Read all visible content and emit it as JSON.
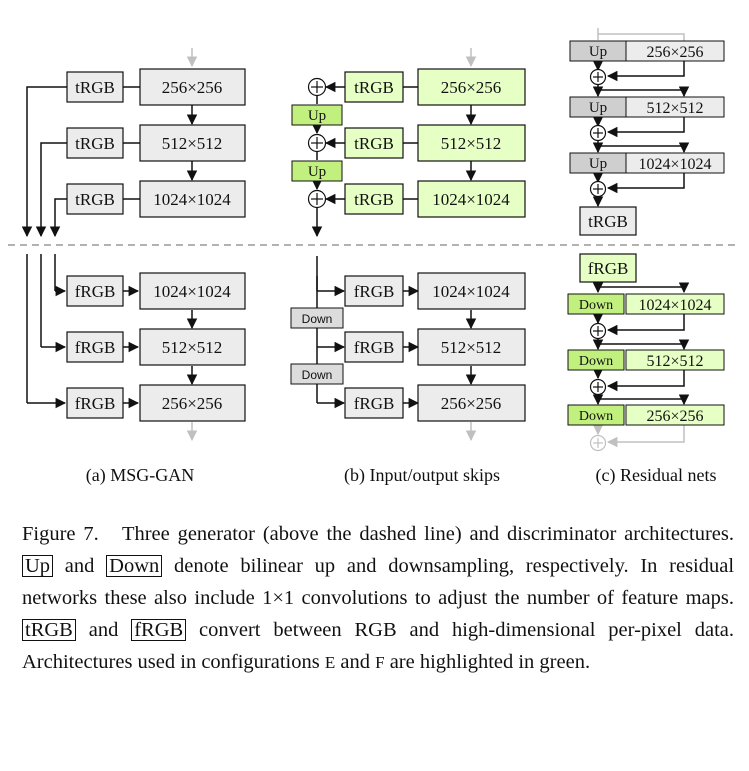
{
  "diagram": {
    "panel_a": {
      "caption": "(a) MSG-GAN",
      "gen": {
        "trgb": [
          "tRGB",
          "tRGB",
          "tRGB"
        ],
        "res": [
          "256×256",
          "512×512",
          "1024×1024"
        ]
      },
      "disc": {
        "frgb": [
          "fRGB",
          "fRGB",
          "fRGB"
        ],
        "res": [
          "1024×1024",
          "512×512",
          "256×256"
        ]
      }
    },
    "panel_b": {
      "caption": "(b) Input/output skips",
      "gen": {
        "trgb": [
          "tRGB",
          "tRGB",
          "tRGB"
        ],
        "res": [
          "256×256",
          "512×512",
          "1024×1024"
        ],
        "up": [
          "Up",
          "Up"
        ]
      },
      "disc": {
        "frgb": [
          "fRGB",
          "fRGB",
          "fRGB"
        ],
        "res": [
          "1024×1024",
          "512×512",
          "256×256"
        ],
        "down": [
          "Down",
          "Down"
        ]
      }
    },
    "panel_c": {
      "caption": "(c) Residual nets",
      "gen": {
        "up": [
          "Up",
          "Up",
          "Up"
        ],
        "res": [
          "256×256",
          "512×512",
          "1024×1024"
        ],
        "trgb": "tRGB"
      },
      "disc": {
        "frgb": "fRGB",
        "down": [
          "Down",
          "Down",
          "Down"
        ],
        "res": [
          "1024×1024",
          "512×512",
          "256×256"
        ]
      }
    },
    "colors": {
      "gray_box": "#ececec",
      "green_box": "#e6ffc4",
      "green_small": "#c2f07e",
      "dashed": "#999999",
      "faded": "#c0c0c0"
    }
  },
  "caption": {
    "label": "Figure 7.",
    "t1": "Three generator (above the dashed line) and discriminator architectures.",
    "up": "Up",
    "t2": "and",
    "down": "Down",
    "t3": "denote bilinear up and downsampling, respectively. In residual networks these also include 1×1 convolutions to adjust the number of feature maps.",
    "trgb": "tRGB",
    "t4": "and",
    "frgb": "fRGB",
    "t5": "convert between RGB and high-dimensional per-pixel data. Architectures used in configurations",
    "cfg_e": "E",
    "t6": "and",
    "cfg_f": "F",
    "t7": "are highlighted in green."
  }
}
